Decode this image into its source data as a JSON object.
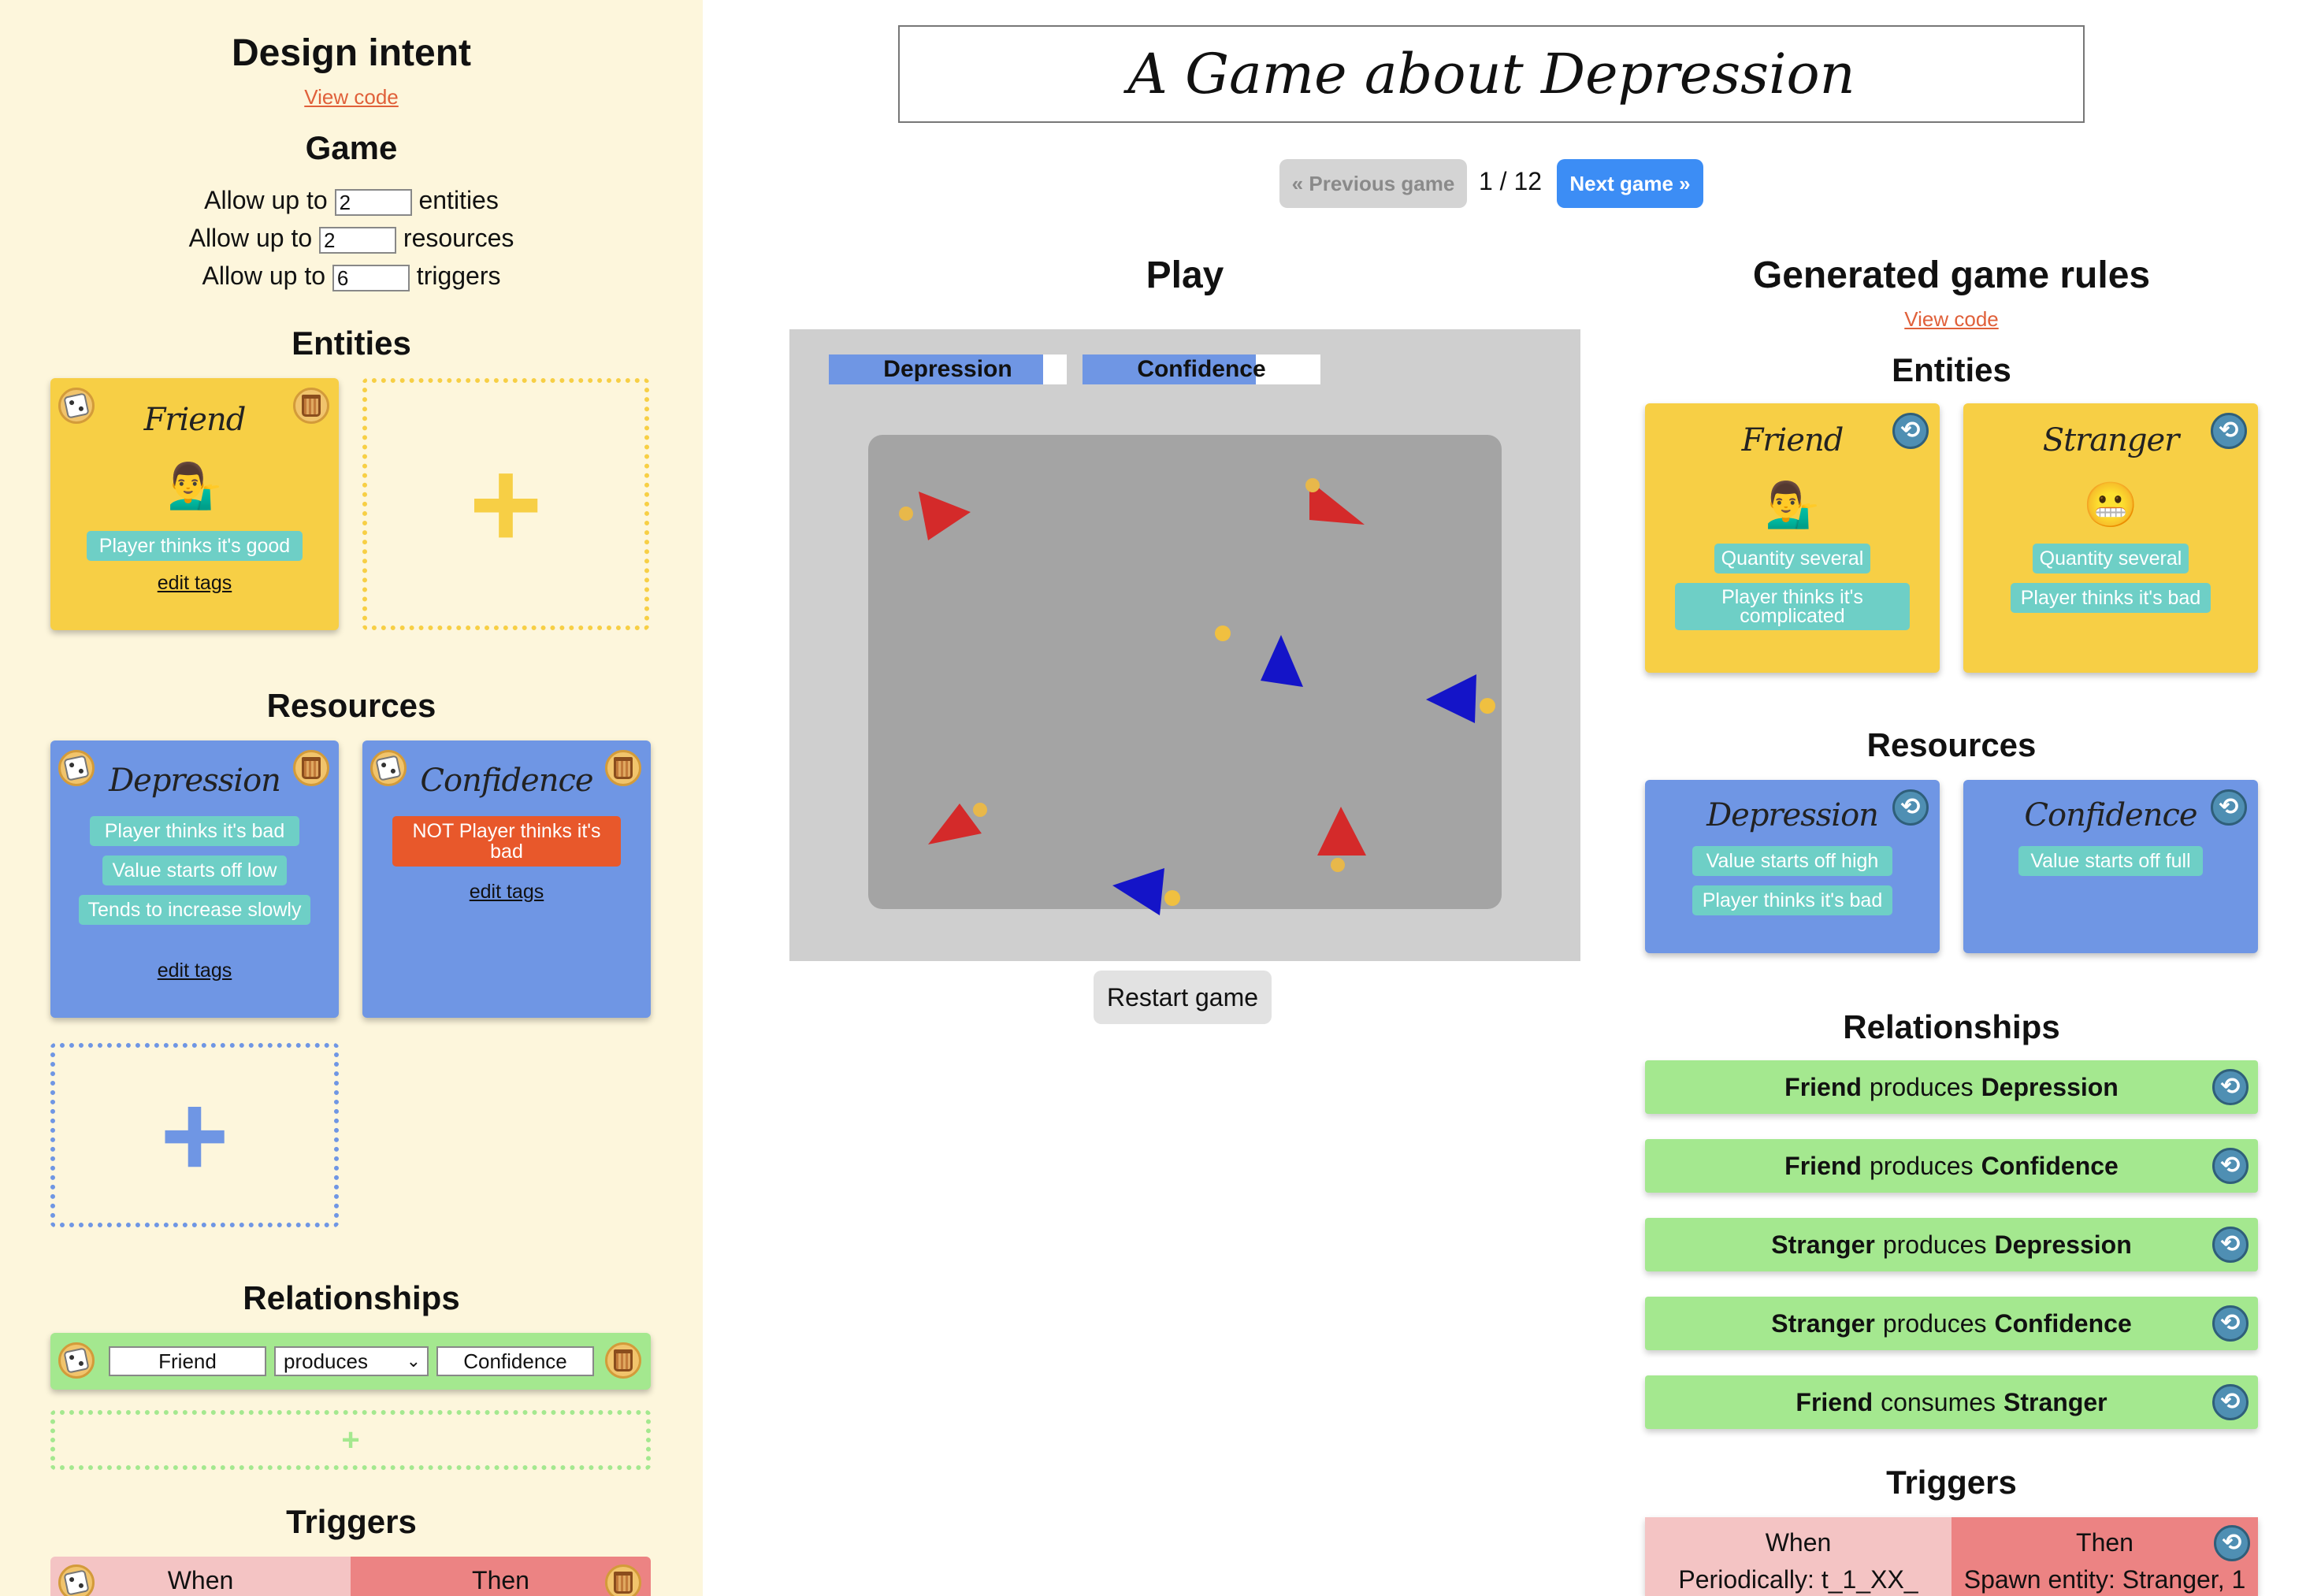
{
  "design": {
    "title": "Design intent",
    "view_code": "View code",
    "game_heading": "Game",
    "game_lines": [
      {
        "prefix": "Allow up to",
        "value": "2",
        "suffix": "entities"
      },
      {
        "prefix": "Allow up to",
        "value": "2",
        "suffix": "resources"
      },
      {
        "prefix": "Allow up to",
        "value": "6",
        "suffix": "triggers"
      }
    ],
    "entities_heading": "Entities",
    "entity": {
      "name": "Friend",
      "emoji": "💁‍♂️",
      "tag": "Player thinks it's good",
      "edit": "edit tags"
    },
    "resources_heading": "Resources",
    "resources": [
      {
        "name": "Depression",
        "tags": [
          "Player thinks it's bad",
          "Value starts off low",
          "Tends to increase slowly"
        ],
        "edit": "edit tags"
      },
      {
        "name": "Confidence",
        "tags": [
          "NOT Player thinks it's bad"
        ],
        "edit": "edit tags"
      }
    ],
    "relationships_heading": "Relationships",
    "relationship": {
      "subject": "Friend",
      "verb": "produces",
      "object": "Confidence"
    },
    "triggers_heading": "Triggers",
    "trigger_cols": {
      "when": "When",
      "then": "Then"
    },
    "plus": "+"
  },
  "header": {
    "title": "A Game about Depression",
    "prev": "« Previous game",
    "counter": "1 / 12",
    "next": "Next game »"
  },
  "play": {
    "heading": "Play",
    "bars": [
      {
        "label": "Depression",
        "fill": 0.9
      },
      {
        "label": "Confidence",
        "fill": 0.73
      }
    ],
    "restart": "Restart game"
  },
  "generated": {
    "heading": "Generated game rules",
    "view_code": "View code",
    "entities_heading": "Entities",
    "entities": [
      {
        "name": "Friend",
        "emoji": "💁‍♂️",
        "tags": [
          "Quantity several",
          "Player thinks it's complicated"
        ]
      },
      {
        "name": "Stranger",
        "emoji": "😬",
        "tags": [
          "Quantity several",
          "Player thinks it's bad"
        ]
      }
    ],
    "resources_heading": "Resources",
    "resources": [
      {
        "name": "Depression",
        "tags": [
          "Value starts off high",
          "Player thinks it's bad"
        ]
      },
      {
        "name": "Confidence",
        "tags": [
          "Value starts off full"
        ]
      }
    ],
    "relationships_heading": "Relationships",
    "relationships": [
      {
        "subject": "Friend",
        "verb": "produces",
        "object": "Depression"
      },
      {
        "subject": "Friend",
        "verb": "produces",
        "object": "Confidence"
      },
      {
        "subject": "Stranger",
        "verb": "produces",
        "object": "Depression"
      },
      {
        "subject": "Stranger",
        "verb": "produces",
        "object": "Confidence"
      },
      {
        "subject": "Friend",
        "verb": "consumes",
        "object": "Stranger"
      }
    ],
    "triggers_heading": "Triggers",
    "trigger": {
      "when": "When",
      "then": "Then",
      "when_value": "Periodically: t_1_XX_",
      "then_value": "Spawn entity: Stranger, 1"
    }
  },
  "colors": {
    "left_bg": "#fdf6dc",
    "entity_yellow": "#f7cf45",
    "resource_blue": "#6f96e4",
    "relationship_green": "#a4e88f",
    "tag_teal": "#6ecfc6",
    "tag_negative": "#e8582b",
    "trigger_when": "#f4c4c4",
    "trigger_then": "#ec8383",
    "next_button": "#3c8df5",
    "link_orange": "#e0603a"
  }
}
